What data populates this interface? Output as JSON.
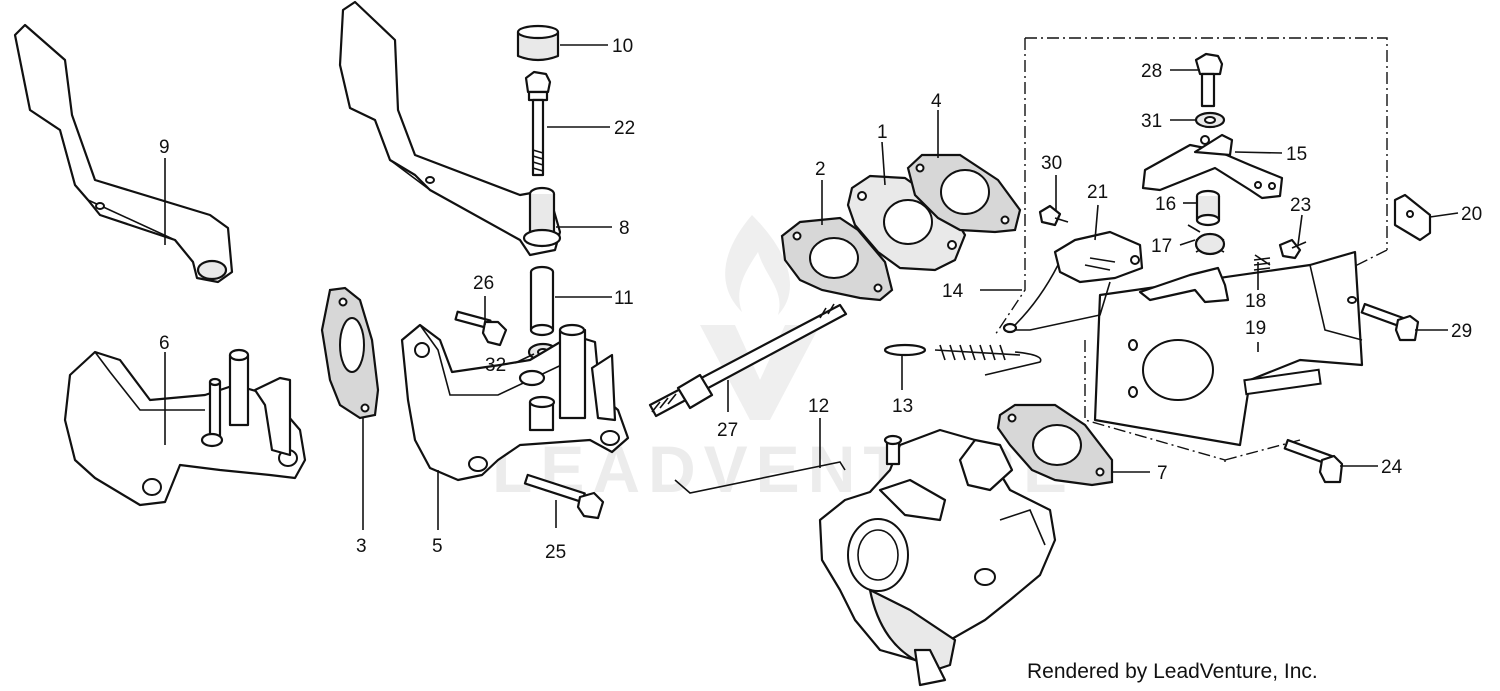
{
  "diagram": {
    "watermark": "LEADVENTURE",
    "credit": "Rendered by LeadVenture, Inc.",
    "callouts": [
      "1",
      "2",
      "3",
      "4",
      "5",
      "6",
      "7",
      "8",
      "9",
      "10",
      "11",
      "12",
      "13",
      "14",
      "15",
      "16",
      "17",
      "18",
      "19",
      "20",
      "21",
      "22",
      "23",
      "24",
      "25",
      "26",
      "27",
      "28",
      "29",
      "30",
      "31",
      "32"
    ]
  }
}
